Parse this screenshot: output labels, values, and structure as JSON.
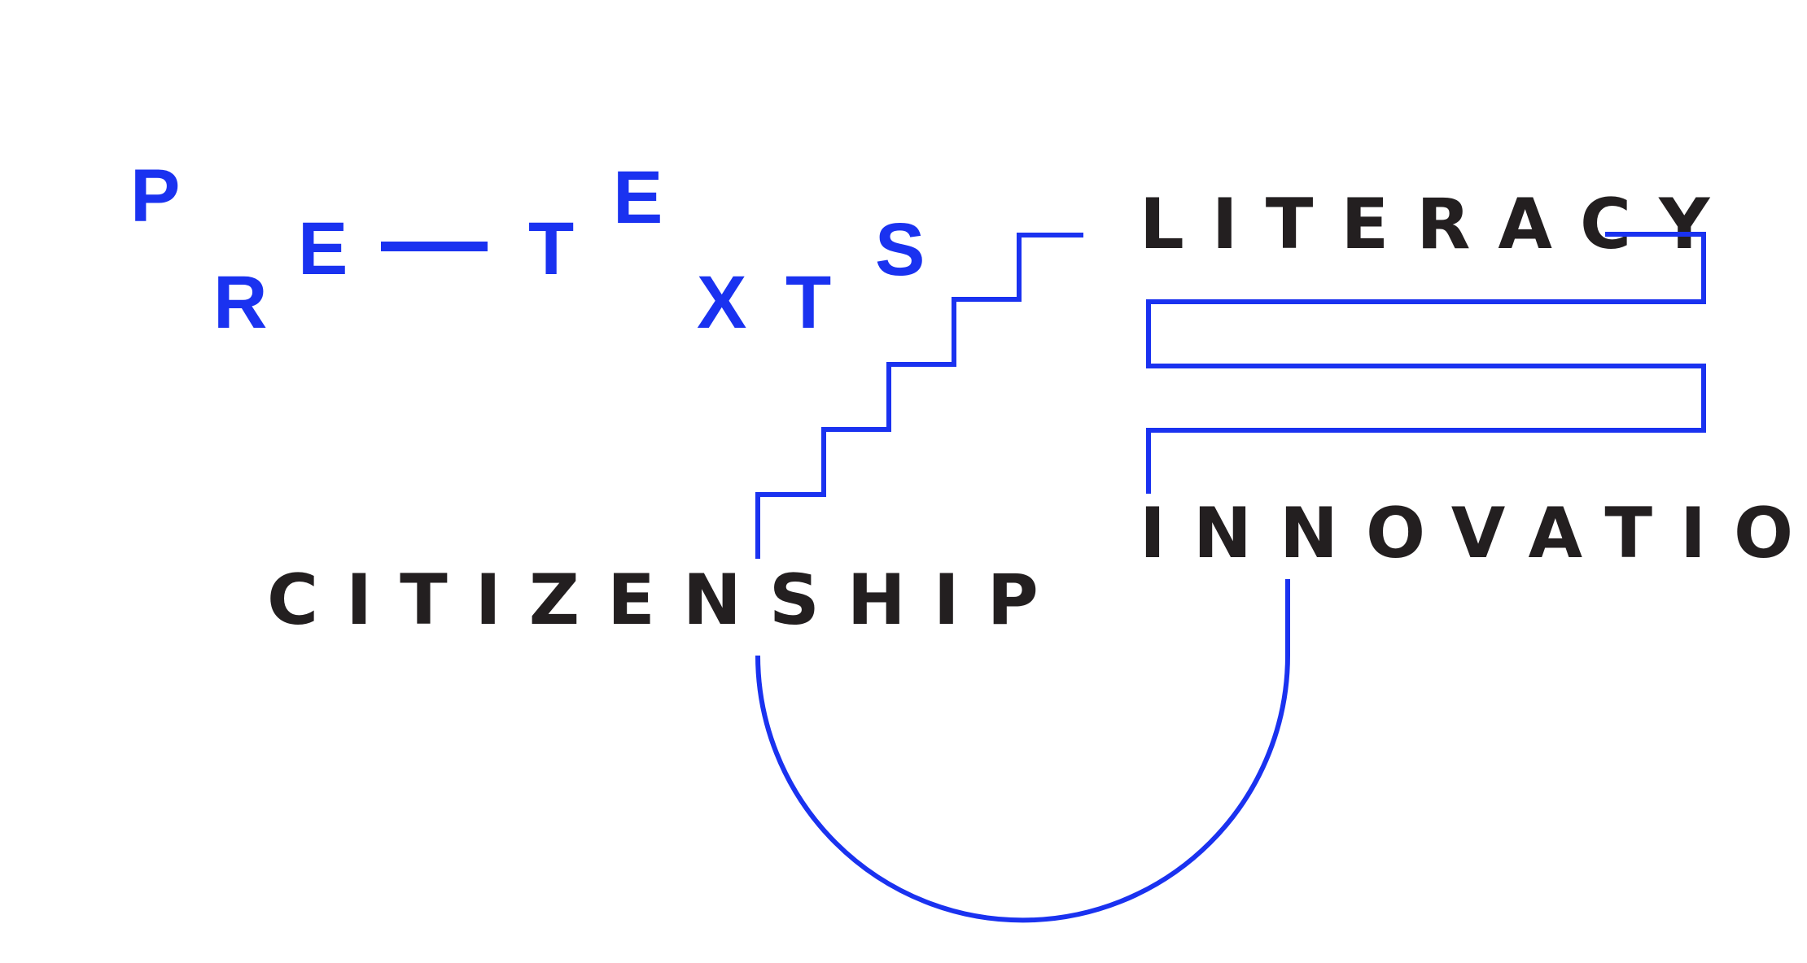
{
  "logo": {
    "letters": [
      "P",
      "R",
      "E",
      "T",
      "E",
      "X",
      "T",
      "S"
    ],
    "accent_color": "#1a32f0"
  },
  "labels": {
    "literacy": "LITERACY",
    "innovation": "INNOVATION",
    "citizenship": "CITIZENSHIP",
    "text_color": "#231f20"
  }
}
